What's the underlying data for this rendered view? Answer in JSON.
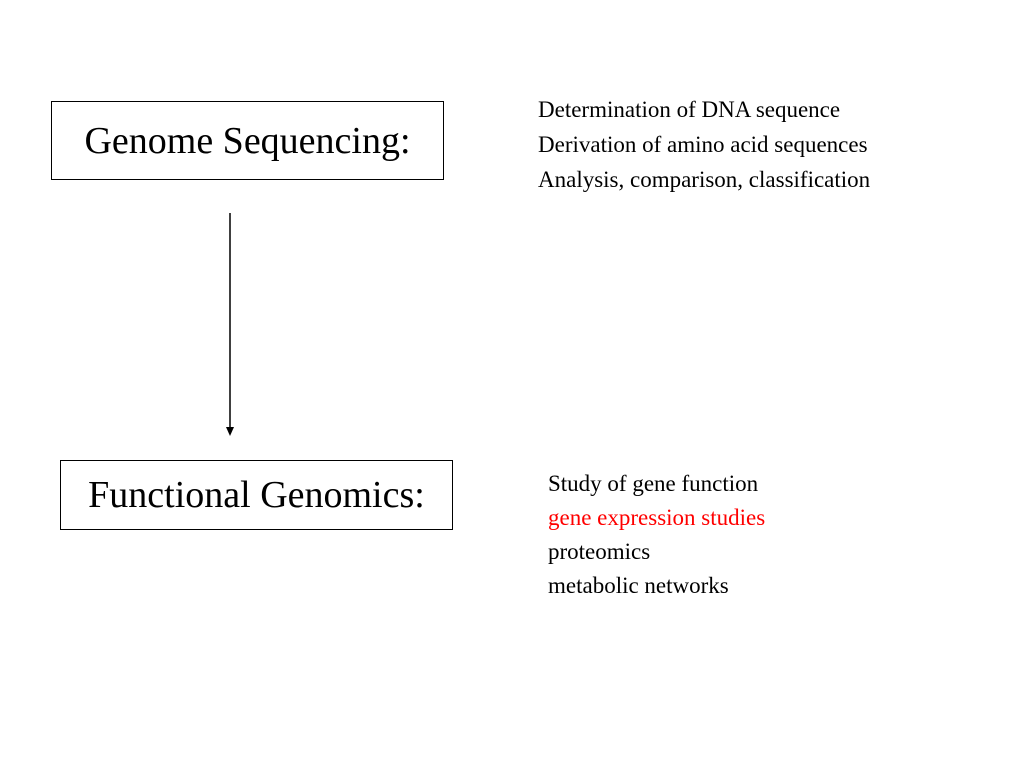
{
  "diagram": {
    "genome_box": {
      "label": "Genome Sequencing:",
      "notes": [
        {
          "text": "Determination of DNA sequence",
          "color": "#000000"
        },
        {
          "text": "Derivation of amino acid sequences",
          "color": "#000000"
        },
        {
          "text": "Analysis, comparison, classification",
          "color": "#000000"
        }
      ]
    },
    "functional_box": {
      "label": "Functional Genomics:",
      "notes": [
        {
          "text": "Study of gene function",
          "color": "#000000"
        },
        {
          "text": "gene expression studies",
          "color": "#ff0000"
        },
        {
          "text": "proteomics",
          "color": "#000000"
        },
        {
          "text": "metabolic networks",
          "color": "#000000"
        }
      ]
    },
    "connector": {
      "direction": "down",
      "color": "#000000"
    }
  }
}
